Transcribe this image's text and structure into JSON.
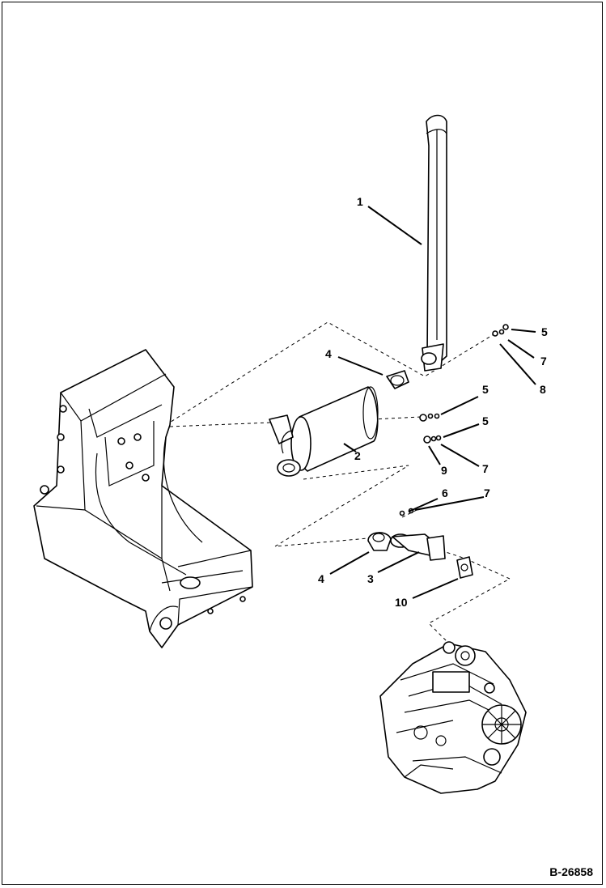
{
  "diagram": {
    "reference_code": "B-26858",
    "callouts": [
      {
        "id": "c1",
        "label": "1"
      },
      {
        "id": "c2",
        "label": "2"
      },
      {
        "id": "c3",
        "label": "3"
      },
      {
        "id": "c4a",
        "label": "4"
      },
      {
        "id": "c4b",
        "label": "4"
      },
      {
        "id": "c5a",
        "label": "5"
      },
      {
        "id": "c5b",
        "label": "5"
      },
      {
        "id": "c5c",
        "label": "5"
      },
      {
        "id": "c6",
        "label": "6"
      },
      {
        "id": "c7a",
        "label": "7"
      },
      {
        "id": "c7b",
        "label": "7"
      },
      {
        "id": "c7c",
        "label": "7"
      },
      {
        "id": "c8",
        "label": "8"
      },
      {
        "id": "c9",
        "label": "9"
      },
      {
        "id": "c10",
        "label": "10"
      }
    ]
  }
}
